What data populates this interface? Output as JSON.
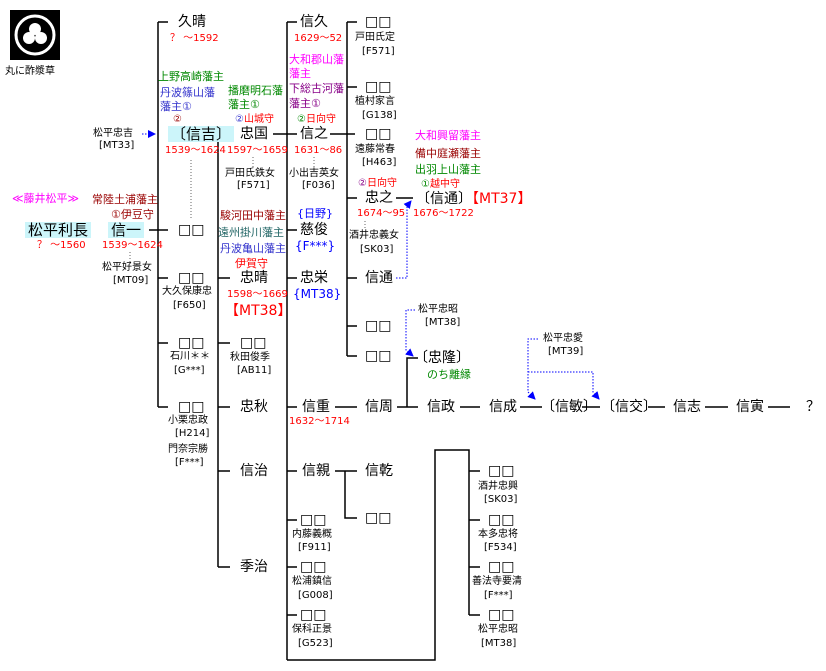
{
  "crest": {
    "label": "丸に酢漿草"
  },
  "family": "≪藤井松平≫",
  "toshinaga": {
    "name": "松平利長",
    "years": "？ ～1560"
  },
  "nobukazu": {
    "name": "信一",
    "domain": "常陸土浦藩主",
    "title": "①伊豆守",
    "years": "1539～1624",
    "wife": "松平好景女",
    "wife_code": "[MT09]"
  },
  "hisaharu": {
    "name": "久晴",
    "years": "？ ～1592"
  },
  "nobuyoshi": {
    "name": "〔信吉〕",
    "domain1": "上野高崎藩主",
    "domain2": "丹波篠山藩",
    "domain3": "藩主①",
    "num": "②",
    "years": "1539～1624",
    "adopt_from": "松平忠吉",
    "adopt_code": "[MT33]"
  },
  "d1": {
    "name": "□□"
  },
  "d2": {
    "name": "□□",
    "spouse": "大久保康忠",
    "code": "[F650]"
  },
  "d3": {
    "name": "□□",
    "spouse": "石川＊＊",
    "code": "[G***]"
  },
  "d4": {
    "name": "□□",
    "spouse": "小栗忠政",
    "code": "[H214]",
    "spouse2": "門奈宗勝",
    "code2": "[F***]"
  },
  "tadakuni": {
    "name": "忠国",
    "domain1": "播磨明石藩",
    "domain2": "藩主①",
    "num": "②",
    "title": "山城守",
    "years": "1597～1659",
    "wife": "戸田氏鉄女",
    "wife_code": "[F571]"
  },
  "tadaharu": {
    "name": "忠晴",
    "domain1": "駿河田中藩主",
    "domain2": "遠州掛川藩主",
    "domain3": "丹波亀山藩主",
    "title": "伊賀守",
    "years": "1598～1669",
    "code": "【MT38】"
  },
  "d5": {
    "name": "□□",
    "spouse": "秋田俊季",
    "code": "[AB11]"
  },
  "tadaaki": {
    "name": "忠秋"
  },
  "nobuharu": {
    "name": "信治"
  },
  "sueharu": {
    "name": "季治"
  },
  "nobuhisa": {
    "name": "信久",
    "years": "1629～52"
  },
  "nobuyuki": {
    "name": "信之",
    "domain1": "大和郡山藩",
    "domain2": "藩主",
    "domain3": "下総古河藩",
    "domain4": "藩主①",
    "num": "②",
    "title": "日向守",
    "years": "1631～86",
    "wife": "小出吉英女",
    "wife_code": "[F036]"
  },
  "jishun": {
    "name": "慈俊",
    "note": "{日野}",
    "code": "{F***}"
  },
  "tadahide": {
    "name": "忠栄",
    "code": "{MT38}"
  },
  "nobushige": {
    "name": "信重",
    "years": "1632～1714"
  },
  "nobuchika": {
    "name": "信親"
  },
  "d6": {
    "name": "□□",
    "spouse": "内藤義概",
    "code": "[F911]"
  },
  "d7": {
    "name": "□□",
    "spouse": "松浦鎮信",
    "code": "[G008]"
  },
  "d8": {
    "name": "□□",
    "spouse": "保科正景",
    "code": "[G523]"
  },
  "d9": {
    "name": "□□",
    "spouse": "戸田氏定",
    "code": "[F571]"
  },
  "d10": {
    "name": "□□",
    "spouse": "植村家言",
    "code": "[G138]"
  },
  "d11": {
    "name": "□□",
    "spouse": "遠藤常春",
    "code": "[H463]"
  },
  "tadayuki": {
    "name": "忠之",
    "num": "②",
    "title": "日向守",
    "years": "1674～95",
    "wife": "酒井忠義女",
    "wife_code": "[SK03]"
  },
  "nobumichi_b": {
    "name": "信通"
  },
  "d12": {
    "name": "□□"
  },
  "d13": {
    "name": "□□"
  },
  "nobumichi": {
    "name": "〔信通〕",
    "code": "【MT37】",
    "domain1": "大和興留藩主",
    "domain2": "備中庭瀬藩主",
    "domain3": "出羽上山藩主",
    "num": "①",
    "title": "越中守",
    "years": "1676～1722"
  },
  "tadataka": {
    "name": "〔忠隆〕",
    "note": "のち離縁",
    "adopt_from": "松平忠昭",
    "adopt_code": "[MT38]"
  },
  "nobukane": {
    "name": "信乾"
  },
  "d14": {
    "name": "□□"
  },
  "chain": {
    "nobuchika2": "信周",
    "nobumasa": "信政",
    "nobunari": "信成",
    "nobutoshi": "〔信敏〕",
    "nobutaka": "〔信交〕",
    "nobuyuki2": "信志",
    "nobutora": "信寅",
    "unknown": "？",
    "adopt_from": "松平忠愛",
    "adopt_code": "[MT39]"
  },
  "d15": {
    "name": "□□",
    "spouse": "酒井忠興",
    "code": "[SK03]"
  },
  "d16": {
    "name": "□□",
    "spouse": "本多忠将",
    "code": "[F534]"
  },
  "d17": {
    "name": "□□",
    "spouse": "善法寺要清",
    "code": "[F***]"
  },
  "d18": {
    "name": "□□",
    "spouse": "松平忠昭",
    "code": "[MT38]"
  },
  "colors": {
    "years": "#ff0000",
    "link": "#3333ff",
    "highlight": "#ccf5fa"
  }
}
